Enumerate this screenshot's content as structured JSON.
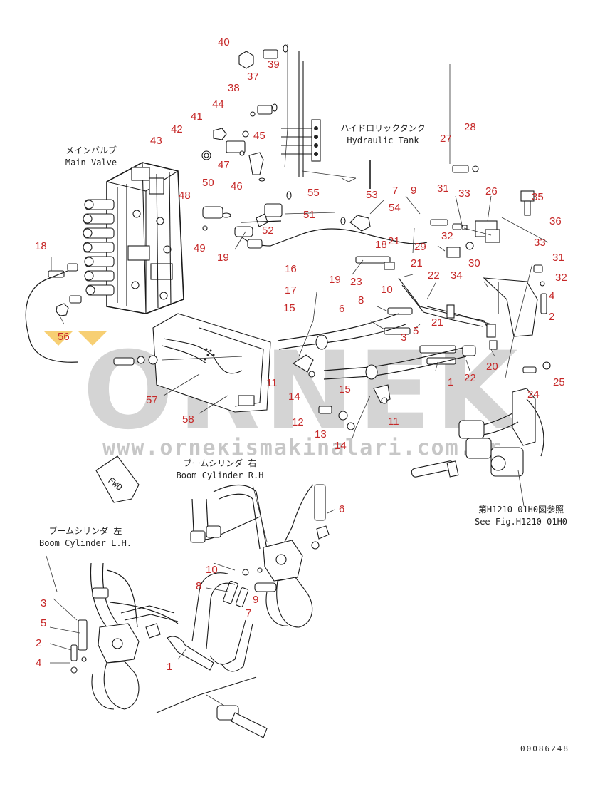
{
  "labels": {
    "main_valve_jp": "メインバルブ",
    "main_valve_en": "Main Valve",
    "hydraulic_tank_jp": "ハイドロリックタンク",
    "hydraulic_tank_en": "Hydraulic Tank",
    "boom_rh_jp": "ブームシリンダ 右",
    "boom_rh_en": "Boom Cylinder R.H",
    "boom_lh_jp": "ブームシリンダ 左",
    "boom_lh_en": "Boom Cylinder L.H.",
    "see_fig_jp": "第H1210-01H0図参照",
    "see_fig_en": "See Fig.H1210-01H0",
    "fwd": "FWD",
    "drawing_code": "00086248"
  },
  "watermark": {
    "brand": "ORNEK",
    "url": "www.orneкismakinalari.com.tr"
  },
  "callouts": [
    "40",
    "37",
    "39",
    "38",
    "44",
    "41",
    "42",
    "45",
    "43",
    "47",
    "46",
    "50",
    "48",
    "55",
    "53",
    "51",
    "52",
    "49",
    "19",
    "18",
    "56",
    "27",
    "28",
    "9",
    "7",
    "31",
    "33",
    "26",
    "35",
    "54",
    "36",
    "32",
    "30",
    "29",
    "21",
    "21",
    "23",
    "18",
    "16",
    "19",
    "10",
    "22",
    "34",
    "33",
    "31",
    "32",
    "17",
    "8",
    "4",
    "2",
    "15",
    "6",
    "3",
    "5",
    "21",
    "20",
    "22",
    "25",
    "24",
    "1",
    "57",
    "58",
    "11",
    "14",
    "12",
    "13",
    "14",
    "11",
    "15",
    "6",
    "10",
    "8",
    "9",
    "7",
    "3",
    "5",
    "2",
    "4",
    "1"
  ]
}
